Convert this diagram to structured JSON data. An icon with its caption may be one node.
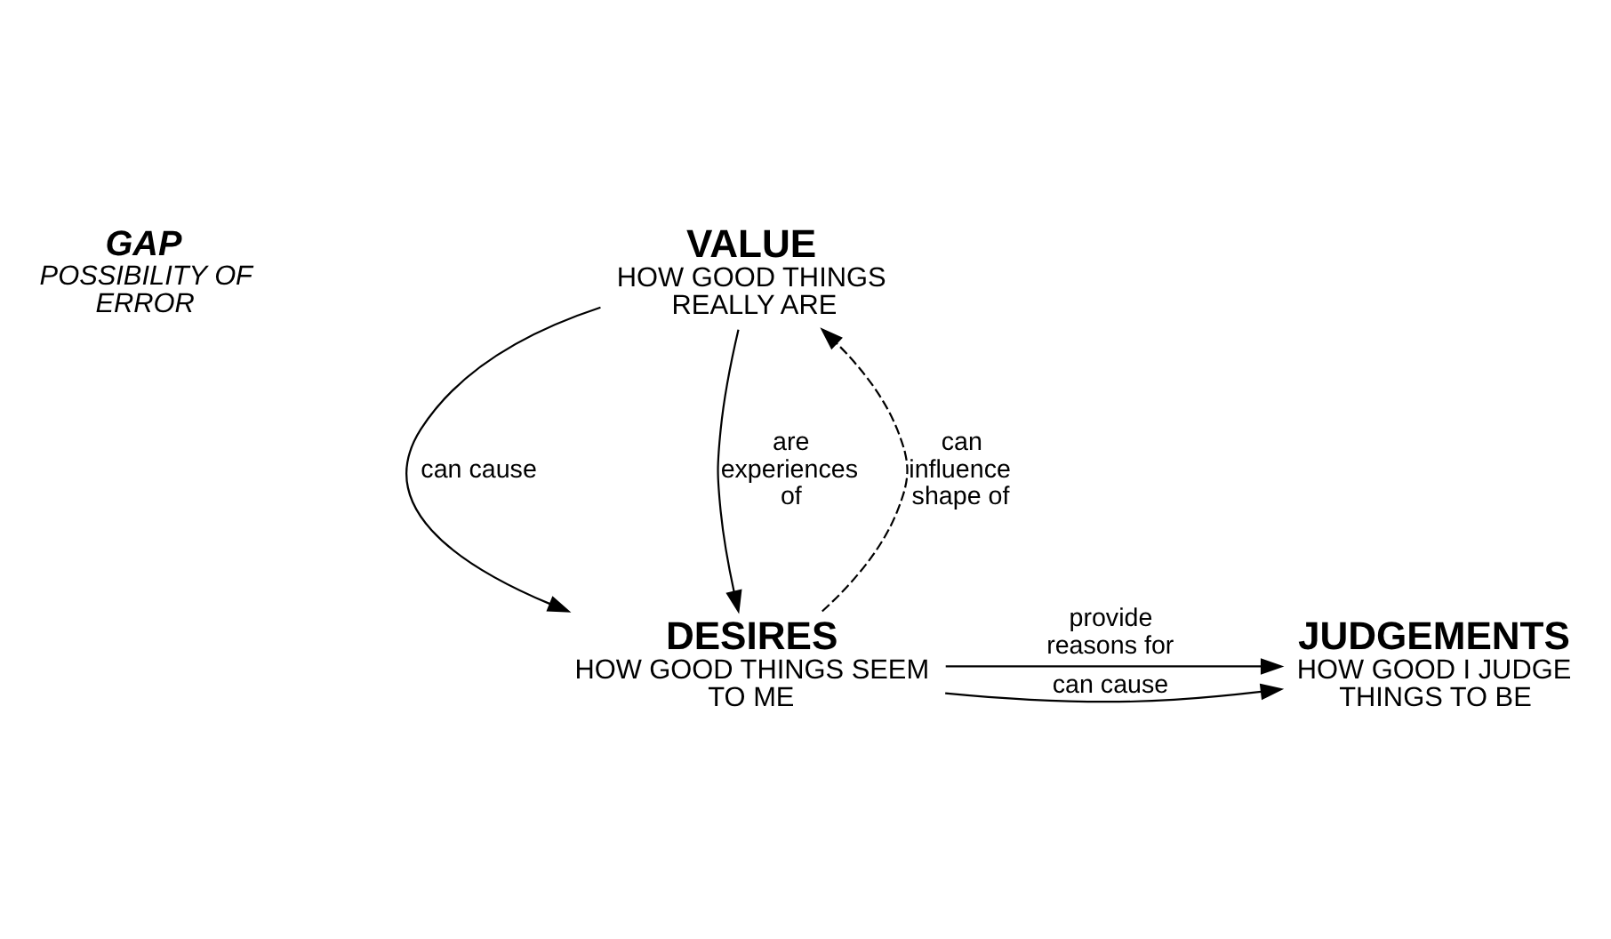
{
  "diagram": {
    "nodes": [
      {
        "text": [
          "VALUE",
          "HOW GOOD THINGS REALLY ARE"
        ]
      },
      {
        "text": [
          "DESIRES",
          "HOW GOOD THINGS SEEM TO ME"
        ]
      },
      {
        "text": [
          "JUDGEMENTS",
          "HOW GOOD I JUDGE THINGS TO BE"
        ]
      }
    ],
    "edges": [
      {
        "from": 0,
        "to": 1,
        "arrow": "to",
        "label": "can cause"
      },
      {
        "from": 0,
        "to": 1,
        "arrow": "to",
        "label": "are experiences of"
      },
      {
        "from": 1,
        "to": 0,
        "arrow": "to",
        "label": "can influence shape of",
        "style": "dashed"
      },
      {
        "from": 1,
        "to": 2,
        "arrow": "to",
        "label": "can cause"
      },
      {
        "from": 1,
        "to": 2,
        "arrow": "to",
        "label": "provide reasons for"
      }
    ],
    "labels": [
      "GAP",
      "POSSIBILITY OF ERROR"
    ]
  }
}
